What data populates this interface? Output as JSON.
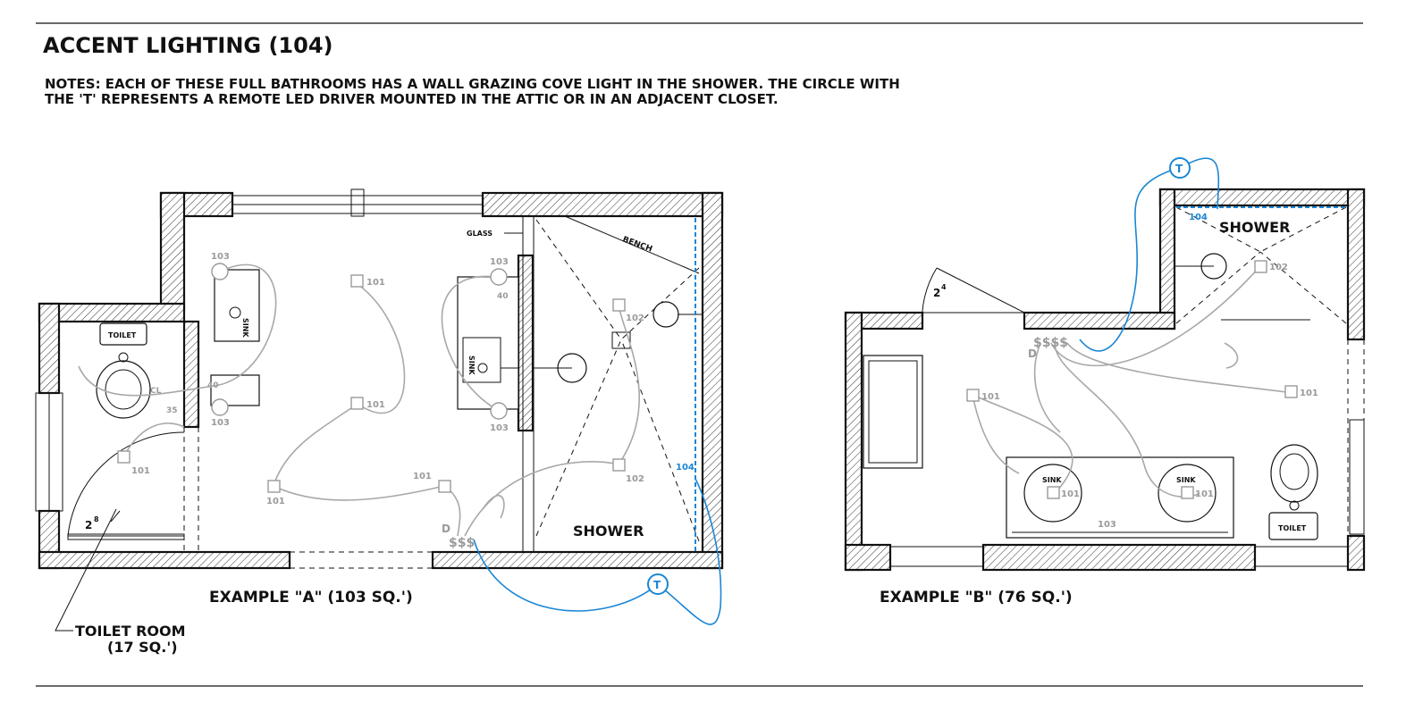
{
  "title": "ACCENT LIGHTING (104)",
  "notes": {
    "line1": "NOTES: EACH OF THESE FULL BATHROOMS HAS A WALL GRAZING COVE LIGHT IN THE SHOWER. THE CIRCLE WITH",
    "line2": "THE 'T' REPRESENTS A REMOTE LED DRIVER MOUNTED IN THE ATTIC OR IN AN ADJACENT CLOSET."
  },
  "example_a": {
    "caption": "EXAMPLE \"A\" (103 SQ.')",
    "toilet_label": "TOILET",
    "sink1_label": "SINK",
    "sink2_label": "SINK",
    "shower_label": "SHOWER",
    "bench_label": "BENCH",
    "glass_label": "GLASS",
    "door_toilet": "2",
    "door_toilet_sup": "8",
    "switch_text": "$$$",
    "dimmer_text": "D",
    "tags": {
      "t103a": "103",
      "t103b": "103",
      "t103c": "103",
      "t103d": "103",
      "t101_toilet": "101",
      "t101_a": "101",
      "t101_b": "101",
      "t101_c": "101",
      "t101_d": "101",
      "t102_a": "102",
      "t102_b": "102",
      "t104": "104",
      "d40": "40",
      "cl": "CL",
      "d40b": "40",
      "d35": "35"
    },
    "driver_label": "T",
    "callout_line1": "TOILET ROOM",
    "callout_line2": "(17 SQ.')"
  },
  "example_b": {
    "caption": "EXAMPLE \"B\" (76 SQ.')",
    "shower_label": "SHOWER",
    "toilet_label": "TOILET",
    "sink1_label": "SINK",
    "sink2_label": "SINK",
    "door_label": "2",
    "door_sup": "4",
    "switch_text": "$$$$",
    "dimmer_text": "D",
    "tags": {
      "t104": "104",
      "t102": "102",
      "t101_left": "101",
      "t101_right": "101",
      "t101_sink1": "101",
      "t101_sink2": "101",
      "t103": "103"
    },
    "driver_label": "T"
  },
  "colors": {
    "ink": "#111111",
    "grey_circuit": "#a8a8a8",
    "accent_blue": "#1b86d4"
  }
}
